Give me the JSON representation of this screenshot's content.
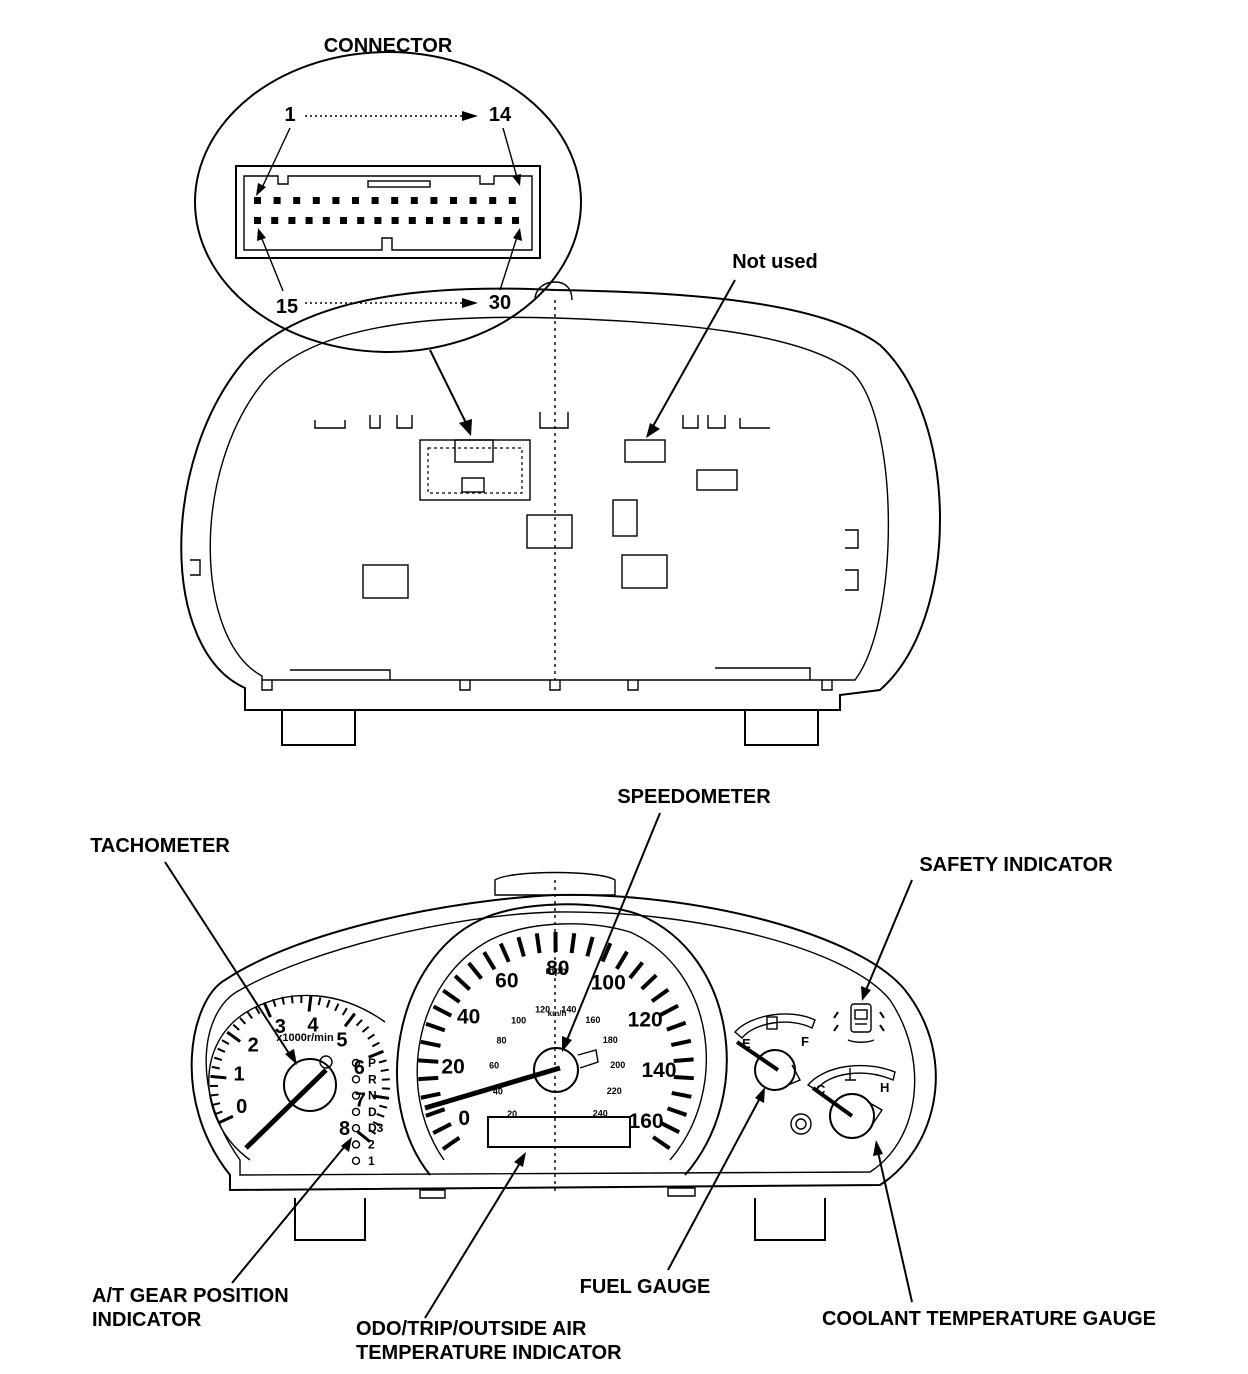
{
  "connector": {
    "title": "CONNECTOR",
    "pin_top_start": "1",
    "pin_top_end": "14",
    "pin_bottom_start": "15",
    "pin_bottom_end": "30"
  },
  "labels": {
    "not_used": "Not used",
    "speedometer": "SPEEDOMETER",
    "tachometer": "TACHOMETER",
    "safety_indicator": "SAFETY INDICATOR",
    "at_gear_line1": "A/T GEAR POSITION",
    "at_gear_line2": "INDICATOR",
    "odo_line1": "ODO/TRIP/OUTSIDE AIR",
    "odo_line2": "TEMPERATURE INDICATOR",
    "fuel_gauge": "FUEL GAUGE",
    "coolant_gauge": "COOLANT TEMPERATURE GAUGE"
  },
  "tachometer": {
    "numbers": [
      "0",
      "1",
      "2",
      "3",
      "4",
      "5",
      "6",
      "7",
      "8"
    ],
    "unit": "x1000r/min"
  },
  "gear_indicator": {
    "positions": [
      "P",
      "R",
      "N",
      "D",
      "D3",
      "2",
      "1"
    ]
  },
  "speedometer": {
    "mph_numbers": [
      "0",
      "20",
      "40",
      "60",
      "80",
      "100",
      "120",
      "140",
      "160"
    ],
    "mph_unit": "mph",
    "kmh_numbers": [
      "20",
      "40",
      "60",
      "80",
      "100",
      "120",
      "140",
      "160",
      "180",
      "200",
      "220",
      "240"
    ],
    "kmh_unit": "km/h"
  },
  "fuel_gauge_marks": {
    "empty": "E",
    "full": "F"
  },
  "coolant_gauge_marks": {
    "cold": "C",
    "hot": "H"
  }
}
